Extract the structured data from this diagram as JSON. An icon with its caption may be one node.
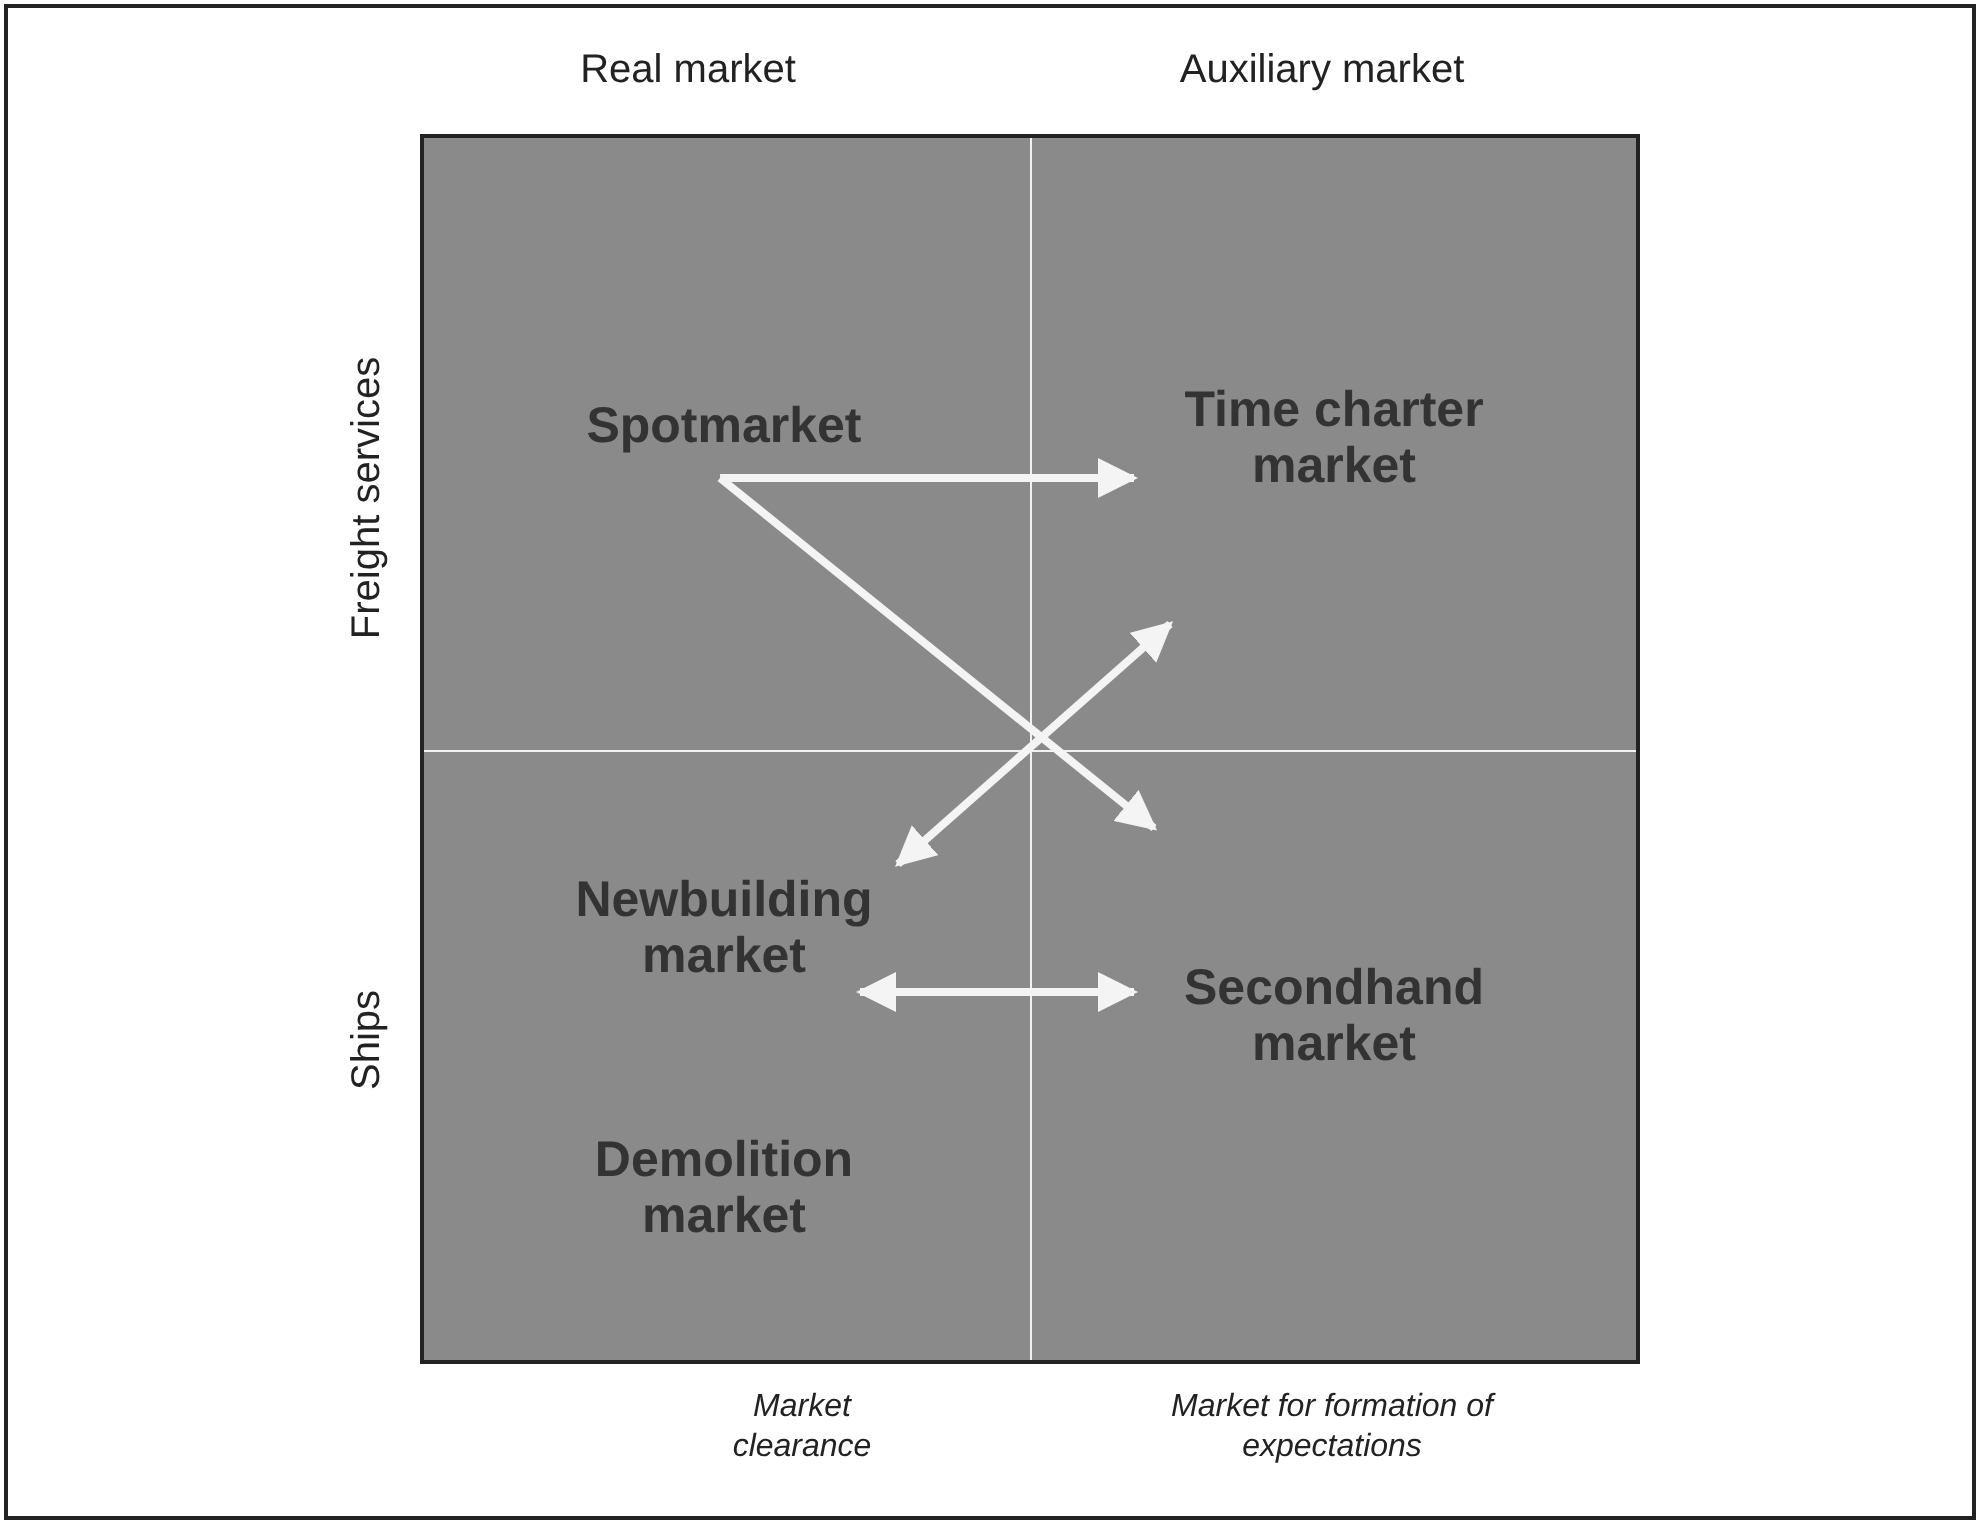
{
  "diagram": {
    "nodes": [
      {
        "text": [
          "Spotmarket"
        ]
      },
      {
        "text": [
          "Time charter market"
        ]
      },
      {
        "text": [
          "Newbuilding market"
        ]
      },
      {
        "text": [
          "Secondhand market"
        ]
      },
      {
        "text": [
          "Demolition market"
        ]
      }
    ],
    "edges": [
      {
        "from": 0,
        "to": 1,
        "arrow": "to"
      },
      {
        "from": 0,
        "to": 3,
        "arrow": "to"
      },
      {
        "from": 2,
        "to": 1,
        "arrow": "both"
      },
      {
        "from": 2,
        "to": 3,
        "arrow": "both"
      }
    ],
    "labels": [
      "Real market",
      "Auxiliary market",
      "Freight services",
      "Ships",
      "Market clearance",
      "Market for formation of expectations"
    ]
  }
}
